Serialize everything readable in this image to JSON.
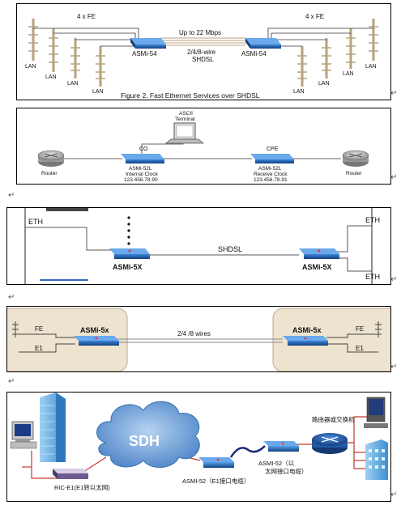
{
  "panel1": {
    "fe_left": "4 x FE",
    "fe_right": "4 x FE",
    "speed": "Up to 22 Mbps",
    "wire_line1": "2/4/8-wire",
    "wire_line2": "SHDSL",
    "device_left": "ASMi-54",
    "device_right": "ASMi-54",
    "lan": "LAN",
    "caption": "Figure 2.  Fast Ethernet Services over SHDSL"
  },
  "panel2": {
    "terminal_line1": "ASCII",
    "terminal_line2": "Terminal",
    "co": "CO",
    "cpe": "CPE",
    "co_model": "ASMi-52L",
    "co_clock": "Internal Clock",
    "co_number": "123.456.78.90",
    "cpe_model": "ASMi-52L",
    "cpe_clock": "Receive Clock",
    "cpe_number": "123.456.78.91",
    "router_left": "Router",
    "router_right": "Router"
  },
  "panel3": {
    "eth_left": "ETH",
    "eth_right_top": "ETH",
    "eth_right_bottom": "ETH",
    "shdsl": "SHDSL",
    "device_left": "ASMi-5X",
    "device_right": "ASMi-5X"
  },
  "panel4": {
    "fe_left": "FE",
    "e1_left": "E1",
    "fe_right": "FE",
    "e1_right": "E1",
    "device_left": "ASMi-5x",
    "device_right": "ASMi-5x",
    "wires": "2/4 /8 wires"
  },
  "panel5": {
    "cloud": "SDH",
    "ric": "RIC-E1(E1转以太网)",
    "asmi_left": "ASMI-52（E1接口电缆）",
    "asmi_right_line1": "ASMI-52（以",
    "asmi_right_line2": "太网接口电缆）",
    "router_switch": "路由器或交换机"
  },
  "para": {
    "mark1": "↵",
    "mark2": "↵",
    "mark3": "↵",
    "mark4": "↵",
    "mark5": "↵",
    "mark6": "↵",
    "mark7": "↵",
    "mark8": "↵",
    "mark9": "↵",
    "mark10": "↵"
  },
  "colors": {
    "device_blue": "#1a5fb4",
    "pole_tan": "#b8a27a",
    "cable_tan": "#c8b49a",
    "box_beige": "#ede3cf",
    "cloud_blue": "#5a8fd0",
    "router_blue": "#1f5aa6"
  }
}
